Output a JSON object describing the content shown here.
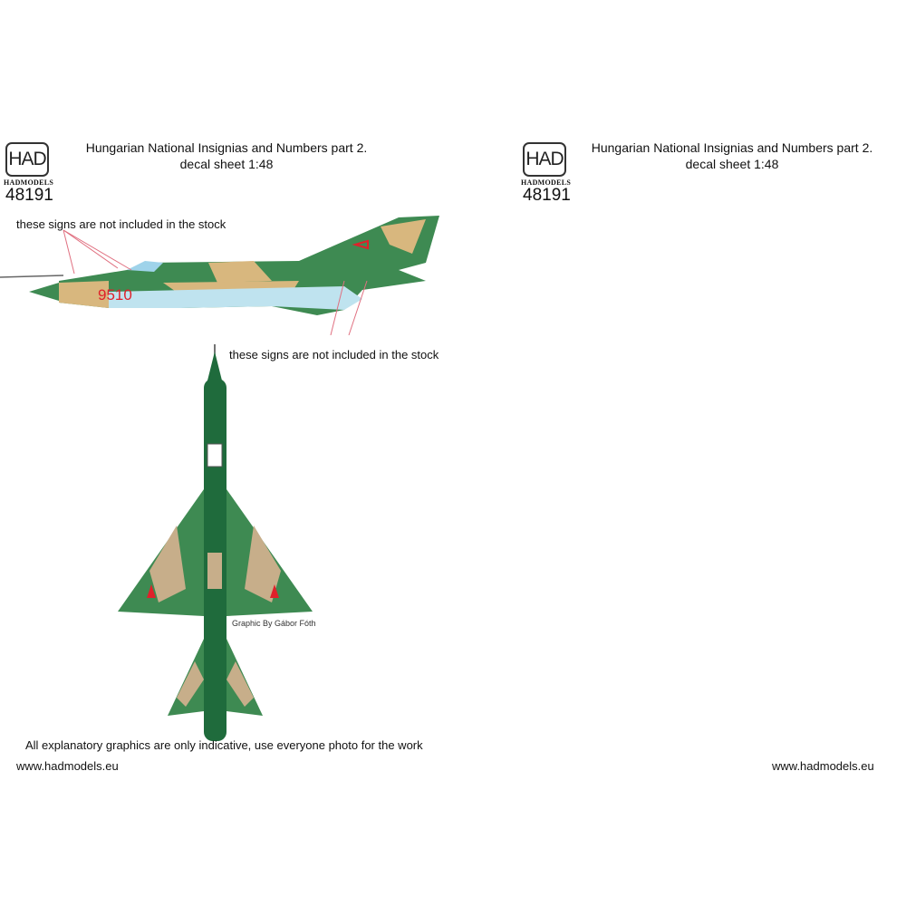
{
  "header": {
    "logo_text": "HAD",
    "brand": "HADMODELS",
    "code": "48191",
    "title": "Hungarian National Insignias and Numbers part 2.",
    "subtitle": "decal sheet 1:48"
  },
  "side_view": {
    "aircraft_number": "9510",
    "note_top": "these signs are not included in the stock",
    "note_bottom": "these signs are not included in the stock"
  },
  "top_view": {
    "credit": "Graphic By Gábor Fóth"
  },
  "footer": {
    "disclaimer": "All explanatory graphics are only indicative, use everyone photo for the work",
    "url_left": "www.hadmodels.eu",
    "url_right": "www.hadmodels.eu"
  },
  "colors": {
    "green": "#3e8a52",
    "dark_green": "#1f6b3c",
    "tan": "#d8b77e",
    "light_blue": "#bfe3ef",
    "red": "#e0202a"
  }
}
